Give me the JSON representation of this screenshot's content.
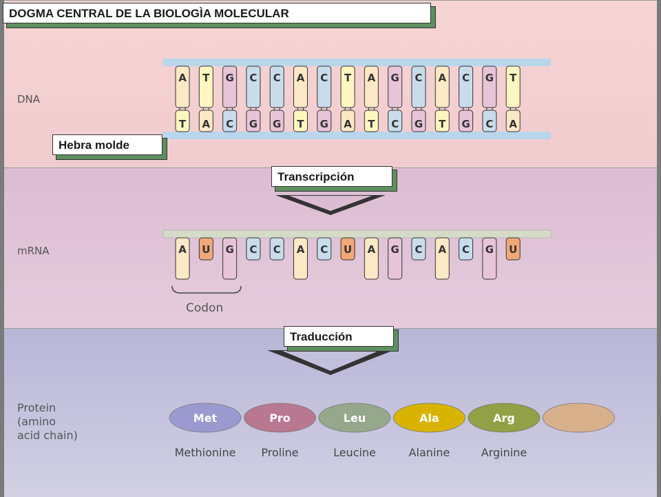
{
  "title": "DOGMA CENTRAL DE LA BIOLOGÌA MOLECULAR",
  "callouts": {
    "template": "Hebra molde",
    "transcription": "Transcripción",
    "translation": "Traducción"
  },
  "dna": {
    "label": "DNA",
    "top": [
      "A",
      "T",
      "G",
      "C",
      "C",
      "A",
      "C",
      "T",
      "A",
      "G",
      "C",
      "A",
      "C",
      "G",
      "T"
    ],
    "bottom": [
      "T",
      "A",
      "C",
      "G",
      "G",
      "T",
      "G",
      "A",
      "T",
      "C",
      "G",
      "T",
      "G",
      "C",
      "A"
    ]
  },
  "mrna": {
    "label": "mRNA",
    "bases": [
      "A",
      "U",
      "G",
      "C",
      "C",
      "A",
      "C",
      "U",
      "A",
      "G",
      "C",
      "A",
      "C",
      "G",
      "U"
    ],
    "codon_label": "Codon"
  },
  "protein": {
    "label_lines": [
      "Protein",
      "(amino",
      "acid chain)"
    ],
    "amino_acids": [
      {
        "abbr": "Met",
        "name": "Methionine",
        "color": "#9a9ad0"
      },
      {
        "abbr": "Pro",
        "name": "Proline",
        "color": "#b87890"
      },
      {
        "abbr": "Leu",
        "name": "Leucine",
        "color": "#96a88c"
      },
      {
        "abbr": "Ala",
        "name": "Alanine",
        "color": "#d8b400"
      },
      {
        "abbr": "Arg",
        "name": "Arginine",
        "color": "#92a046"
      },
      {
        "abbr": "",
        "name": "",
        "color": "#d9b08c"
      }
    ]
  },
  "colors": {
    "A": "#fbe8c4",
    "T": "#fdf6c0",
    "G": "#e8c4d8",
    "C": "#c8dcec",
    "U": "#f0a878",
    "backbone": "#b8d6ec",
    "mrna_backbone": "#d4dcc8",
    "panel_dna": "#f4d0d0",
    "panel_mrna": "#e0c4d8",
    "panel_protein": "#c6c4dc"
  }
}
